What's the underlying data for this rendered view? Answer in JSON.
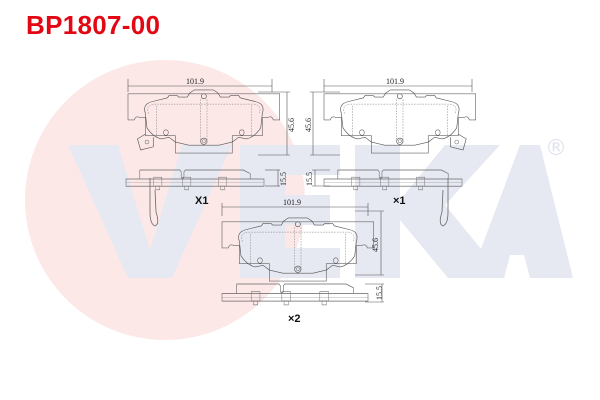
{
  "header": {
    "part_number": "BP1807-00"
  },
  "watermark": {
    "brand": "VEKA",
    "registered_symbol": "®",
    "circle_color": "#fde8e8",
    "letter_color": "#e6e8f2"
  },
  "colors": {
    "title": "#e30613",
    "line": "#555555"
  },
  "views": [
    {
      "id": "pad-1",
      "width_dim": "101.9",
      "height_dim": "45.6",
      "thickness_dim": "15.5",
      "quantity": "X1",
      "wear_indicator": "left"
    },
    {
      "id": "pad-2",
      "width_dim": "101.9",
      "height_dim": "45.6",
      "thickness_dim": "15.5",
      "quantity": "×1",
      "wear_indicator": "right"
    },
    {
      "id": "pad-3",
      "width_dim": "101.9",
      "height_dim": "45.6",
      "thickness_dim": "15.5",
      "quantity": "×2",
      "wear_indicator": "none"
    }
  ]
}
